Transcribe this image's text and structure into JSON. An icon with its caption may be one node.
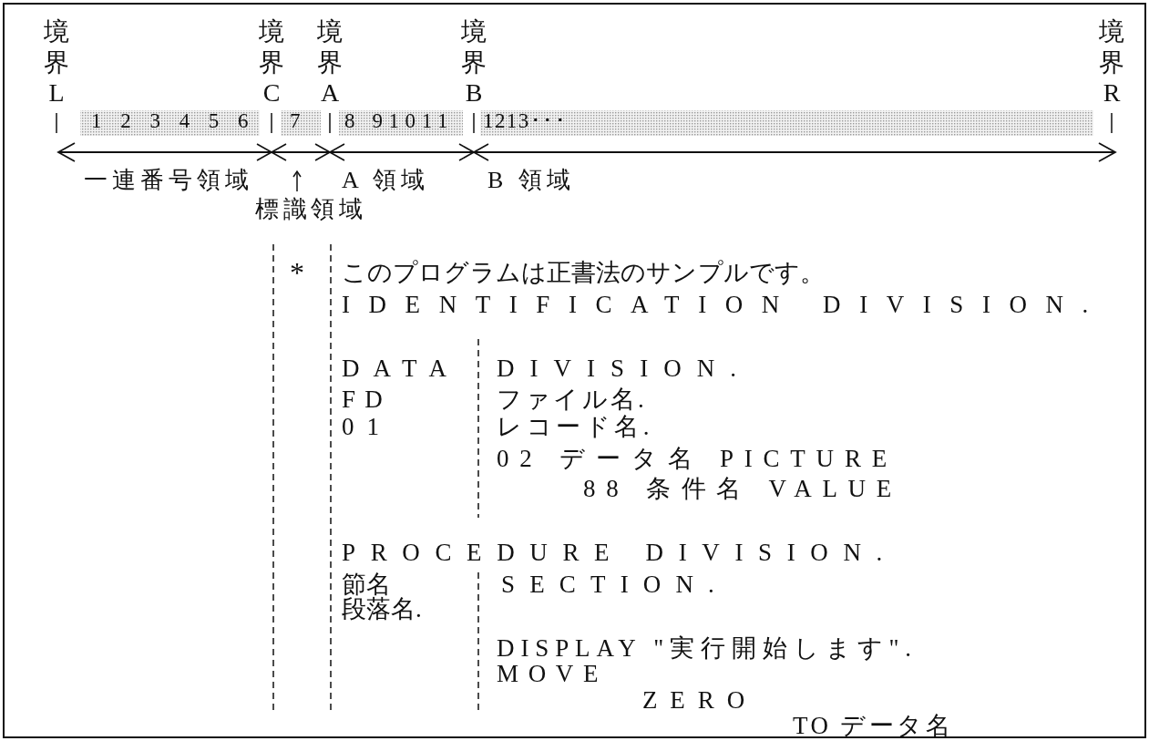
{
  "diagram": {
    "labels": [
      "境界L",
      "境界C",
      "境界A",
      "境界B",
      "境界R",
      "1 2 3 4 5 6",
      "7",
      "8 91011",
      "1213･･･",
      "一連番号領域",
      "A 領域",
      "B 領域",
      "標識領域",
      "*",
      "このプログラムは正書法のサンプルです。",
      "IDENTIFICATION DIVISION.",
      "DATA",
      "DIVISION.",
      "FD",
      "ファイル名.",
      "01",
      "レコード名.",
      "02 データ名 PICTURE",
      "88 条件名 VALUE",
      "PROCEDURE DIVISION.",
      "節名",
      "SECTION.",
      "段落名.",
      "DISPLAY \"実行開始します\".",
      "MOVE",
      "ZERO",
      "TO データ名"
    ]
  }
}
